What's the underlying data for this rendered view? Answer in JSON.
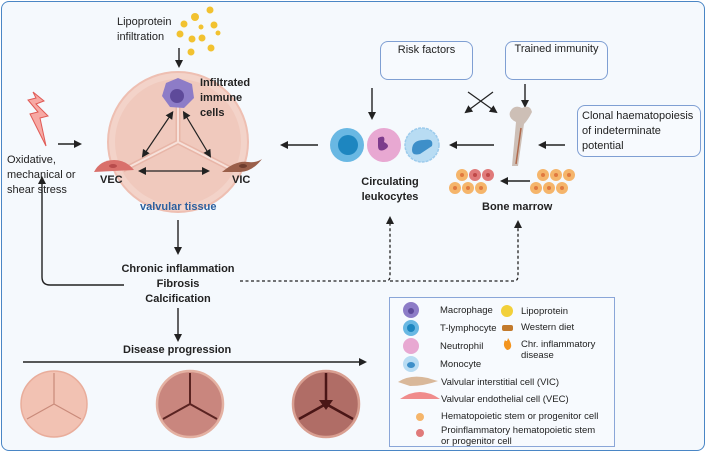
{
  "diagram": {
    "lipoprotein_label": "Lipoprotein\ninfiltration",
    "lipoprotein_line1": "Lipoprotein",
    "lipoprotein_line2": "infiltration",
    "infiltrated_line1": "Infiltrated",
    "infiltrated_line2": "immune",
    "infiltrated_line3": "cells",
    "vec": "VEC",
    "vic": "VIC",
    "valvular_tissue": "valvular tissue",
    "stress_line1": "Oxidative,",
    "stress_line2": "mechanical or",
    "stress_line3": "shear stress",
    "outcome_line1": "Chronic inflammation",
    "outcome_line2": "Fibrosis",
    "outcome_line3": "Calcification",
    "disease_progression": "Disease progression",
    "risk_factors": "Risk factors",
    "trained_immunity": "Trained immunity",
    "chip_line1": "Clonal haematopoiesis",
    "chip_line2": "of indeterminate",
    "chip_line3": "potential",
    "circulating_line1": "Circulating",
    "circulating_line2": "leukocytes",
    "bone_marrow": "Bone marrow"
  },
  "colors": {
    "frame": "#4a86c5",
    "background": "#f5f9fd",
    "valve": "#f2cfc4",
    "macrophage": "#8d7cc7",
    "t_lymphocyte": "#3aa0d4",
    "neutrophil": "#e3a3cf",
    "monocyte": "#a9d3f0",
    "lipoprotein": "#f2c230",
    "hspc": "#f5b56b",
    "proinflammatory_hspc": "#e07a7a",
    "accent_text": "#2b5f9e"
  },
  "legend": {
    "macrophage": "Macrophage",
    "t_lymphocyte": "T-lymphocyte",
    "neutrophil": "Neutrophil",
    "monocyte": "Monocyte",
    "lipoprotein": "Lipoprotein",
    "western_diet": "Western diet",
    "chr_inflammatory_line1": "Chr. inflammatory",
    "chr_inflammatory_line2": "disease",
    "vic": "Valvular interstitial cell (VIC)",
    "vec": "Valvular endothelial cell (VEC)",
    "hspc": "Hematopoietic stem or progenitor cell",
    "pro_hspc_line1": "Proinflammatory hematopoietic stem",
    "pro_hspc_line2": "or progenitor cell"
  },
  "icons": {
    "stress": "lightning-bolt-icon",
    "lipoprotein": "lipoprotein-particles-icon",
    "macrophage": "macrophage-cell-icon",
    "t_lymphocyte": "t-lymphocyte-cell-icon",
    "neutrophil": "neutrophil-cell-icon",
    "monocyte": "monocyte-cell-icon",
    "bone": "femur-bone-icon",
    "western_diet": "burger-icon",
    "inflammation": "flame-icon",
    "valve": "aortic-valve-icon"
  }
}
